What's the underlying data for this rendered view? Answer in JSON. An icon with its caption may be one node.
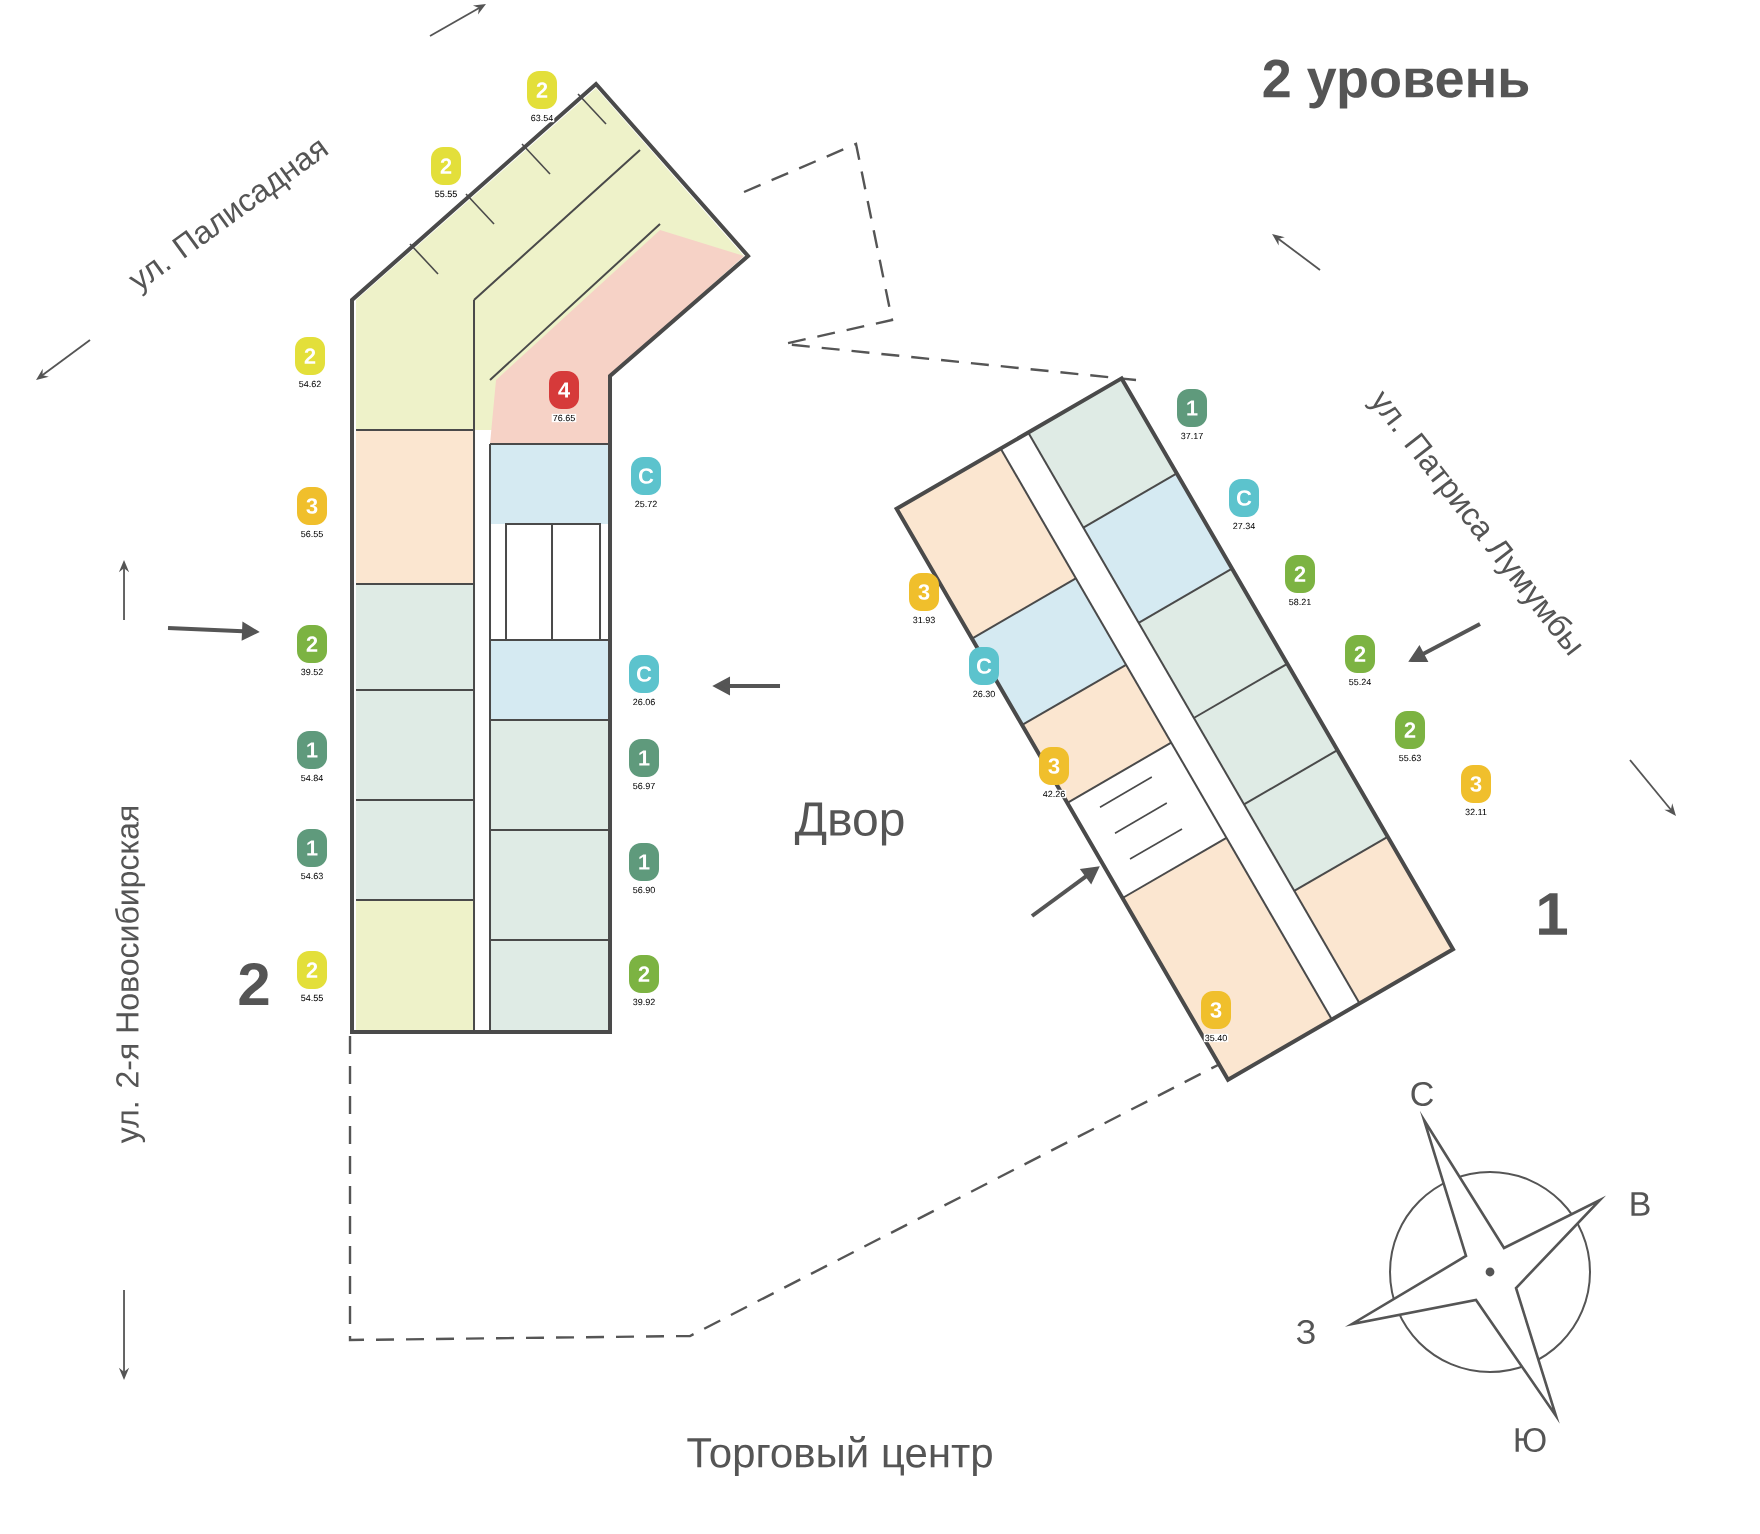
{
  "diagram": {
    "title": "2 уровень",
    "nodes": [
      {
        "text": [
          "2",
          "63.54"
        ]
      },
      {
        "text": [
          "2",
          "55.55"
        ]
      },
      {
        "text": [
          "2",
          "54.62"
        ]
      },
      {
        "text": [
          "4",
          "76.65"
        ]
      },
      {
        "text": [
          "3",
          "56.55"
        ]
      },
      {
        "text": [
          "С",
          "25.72"
        ]
      },
      {
        "text": [
          "2",
          "39.52"
        ]
      },
      {
        "text": [
          "С",
          "26.06"
        ]
      },
      {
        "text": [
          "1",
          "54.84"
        ]
      },
      {
        "text": [
          "1",
          "56.97"
        ]
      },
      {
        "text": [
          "1",
          "54.63"
        ]
      },
      {
        "text": [
          "1",
          "56.90"
        ]
      },
      {
        "text": [
          "2",
          "54.55"
        ]
      },
      {
        "text": [
          "2",
          "39.92"
        ]
      },
      {
        "text": [
          "1",
          "37.17"
        ]
      },
      {
        "text": [
          "С",
          "27.34"
        ]
      },
      {
        "text": [
          "2",
          "58.21"
        ]
      },
      {
        "text": [
          "3",
          "31.93"
        ]
      },
      {
        "text": [
          "С",
          "26.30"
        ]
      },
      {
        "text": [
          "2",
          "55.24"
        ]
      },
      {
        "text": [
          "2",
          "55.63"
        ]
      },
      {
        "text": [
          "3",
          "42.26"
        ]
      },
      {
        "text": [
          "3",
          "32.11"
        ]
      },
      {
        "text": [
          "3",
          "35.40"
        ]
      }
    ],
    "labels": [
      "ул. Палисадная",
      "ул. Патриса Лумумбы",
      "ул. 2-я Новосибирская",
      "Двор",
      "2",
      "1",
      "Торговый центр",
      "С",
      "В",
      "З",
      "Ю"
    ]
  }
}
